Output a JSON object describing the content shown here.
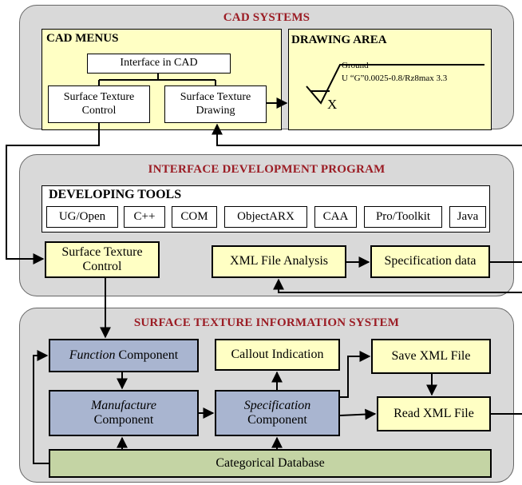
{
  "cad": {
    "title": "CAD SYSTEMS",
    "menus_title": "CAD MENUS",
    "interface": "Interface in CAD",
    "stc": [
      "Surface Texture",
      "Control"
    ],
    "std": [
      "Surface Texture",
      "Drawing"
    ],
    "drawing_title": "DRAWING AREA",
    "sym_ground": "Ground",
    "sym_spec": "U “G”0.0025-0.8/Rz8max 3.3",
    "sym_x": "X"
  },
  "idp": {
    "title": "INTERFACE DEVELOPMENT PROGRAM",
    "tools_title": "DEVELOPING TOOLS",
    "tools": [
      "UG/Open",
      "C++",
      "COM",
      "ObjectARX",
      "CAA",
      "Pro/Toolkit",
      "Java"
    ],
    "stc": [
      "Surface Texture",
      "Control"
    ],
    "xml_analysis": "XML File Analysis",
    "spec_data": "Specification data"
  },
  "stis": {
    "title": "SURFACE TEXTURE INFORMATION SYSTEM",
    "function_it": "Function",
    "function_rest": " Component",
    "callout": "Callout Indication",
    "save_xml": "Save XML File",
    "manufacture_it": "Manufacture",
    "manufacture_rest": "Component",
    "specification_it": "Specification",
    "specification_rest": "Component",
    "read_xml": "Read XML File",
    "database": "Categorical Database"
  },
  "colors": {
    "panel": "#d9d9d9",
    "title_red": "#9b1c24",
    "yellow": "#ffffc4",
    "blue": "#a9b5d0",
    "green": "#c4d4a4"
  }
}
